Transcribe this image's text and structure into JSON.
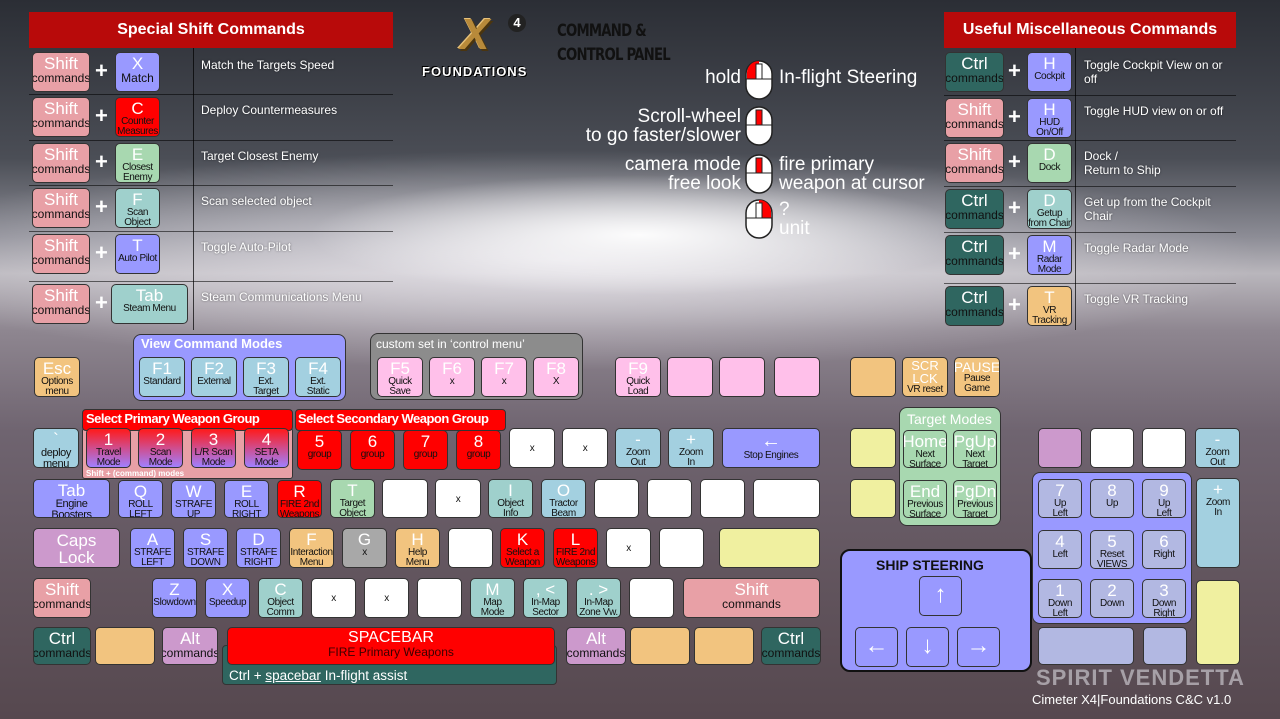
{
  "palette": {
    "pink": "#e8a0a6",
    "blue": "#9999ff",
    "teal": "#9fd0cc",
    "lblue": "#a3d0e0",
    "green": "#a8d8b0",
    "red": "#ff0000",
    "orange": "#f2c47f",
    "fpink": "#ffc0ea",
    "white": "#ffffff",
    "gray": "#a8a8a8",
    "yellow": "#f0f0a0",
    "dteal": "#2f6660",
    "mauve": "#cc99cc",
    "steel": "#b2b8e2",
    "grad": "linear-gradient(180deg,#ff1a1a,#a080ff)"
  },
  "logo": {
    "brand": "X",
    "superscript": "4",
    "subtitle": "FOUNDATIONS"
  },
  "title": {
    "line1": "COMMAND &",
    "line2": "CONTROL PANEL"
  },
  "shift_panel": {
    "title": "Special Shift Commands",
    "rows": [
      {
        "mod": "Shift",
        "mod_sub": "commands",
        "mod_color": "pink",
        "key": "X",
        "key_sub": "Match",
        "key_color": "blue",
        "desc": "Match the Targets Speed"
      },
      {
        "mod": "Shift",
        "mod_sub": "commands",
        "mod_color": "pink",
        "key": "C",
        "key_sub": "Counter Measures",
        "key_color": "red",
        "desc": "Deploy Countermeasures"
      },
      {
        "mod": "Shift",
        "mod_sub": "commands",
        "mod_color": "pink",
        "key": "E",
        "key_sub": "Closest Enemy",
        "key_color": "green",
        "desc": "Target Closest Enemy"
      },
      {
        "mod": "Shift",
        "mod_sub": "commands",
        "mod_color": "pink",
        "key": "F",
        "key_sub": "Scan Object",
        "key_color": "teal",
        "desc": "Scan selected object"
      },
      {
        "mod": "Shift",
        "mod_sub": "commands",
        "mod_color": "pink",
        "key": "T",
        "key_sub": "Auto Pilot",
        "key_color": "blue",
        "desc": "Toggle Auto-Pilot"
      },
      {
        "mod": "Shift",
        "mod_sub": "commands",
        "mod_color": "pink",
        "key": "Tab",
        "key_sub": "Steam Menu",
        "key_color": "teal",
        "desc": "Steam Communications Menu"
      }
    ]
  },
  "misc_panel": {
    "title": "Useful Miscellaneous Commands",
    "rows": [
      {
        "mod": "Ctrl",
        "mod_sub": "commands",
        "mod_color": "dteal",
        "key": "H",
        "key_sub": "Cockpit",
        "key_color": "blue",
        "desc": "Toggle Cockpit View on or off"
      },
      {
        "mod": "Shift",
        "mod_sub": "commands",
        "mod_color": "pink",
        "key": "H",
        "key_sub": "HUD On/Off",
        "key_color": "blue",
        "desc": "Toggle HUD view on or off"
      },
      {
        "mod": "Shift",
        "mod_sub": "commands",
        "mod_color": "pink",
        "key": "D",
        "key_sub": "Dock",
        "key_color": "green",
        "desc": "Dock /\nReturn to Ship"
      },
      {
        "mod": "Ctrl",
        "mod_sub": "commands",
        "mod_color": "dteal",
        "key": "D",
        "key_sub": "Getup from Chair",
        "key_color": "teal",
        "desc": "Get up from the Cockpit Chair"
      },
      {
        "mod": "Ctrl",
        "mod_sub": "commands",
        "mod_color": "dteal",
        "key": "M",
        "key_sub": "Radar Mode",
        "key_color": "blue",
        "desc": "Toggle Radar Mode"
      },
      {
        "mod": "Ctrl",
        "mod_sub": "commands",
        "mod_color": "dteal",
        "key": "T",
        "key_sub": "VR Tracking",
        "key_color": "orange",
        "desc": "Toggle VR Tracking"
      }
    ]
  },
  "plus_sign": "+",
  "mouse": [
    {
      "left": "hold",
      "right": "In-flight Steering",
      "button": "left"
    },
    {
      "left": "Scroll-wheel\nto go faster/slower",
      "right": "",
      "button": "wheel"
    },
    {
      "left": "camera mode\nfree look",
      "right": "fire primary\nweapon at cursor",
      "button": "wheel"
    },
    {
      "left": "",
      "right": "?\nunit",
      "button": "right"
    }
  ],
  "groups": {
    "view_modes": "View Command Modes",
    "custom": "custom set in ‘control menu’",
    "primary": "Select Primary Weapon Group",
    "secondary": "Select Secondary Weapon Group",
    "shift_modes": "Shift + (command) modes",
    "target_modes": "Target Modes",
    "steering": "SHIP STEERING",
    "ctrl_space_pre": "Ctrl + ",
    "ctrl_space_key": "spacebar",
    "ctrl_space_post": " In-flight assist"
  },
  "keyboard": {
    "keys": [
      {
        "id": "esc",
        "cap": "Esc",
        "label": "Options\nmenu",
        "color": "orange"
      },
      {
        "id": "f1",
        "cap": "F1",
        "label": "Standard",
        "color": "lblue"
      },
      {
        "id": "f2",
        "cap": "F2",
        "label": "External",
        "color": "lblue"
      },
      {
        "id": "f3",
        "cap": "F3",
        "label": "Ext.\nTarget",
        "color": "lblue"
      },
      {
        "id": "f4",
        "cap": "F4",
        "label": "Ext.\nStatic",
        "color": "lblue"
      },
      {
        "id": "f5",
        "cap": "F5",
        "label": "Quick\nSave",
        "color": "fpink"
      },
      {
        "id": "f6",
        "cap": "F6",
        "label": "x",
        "color": "fpink"
      },
      {
        "id": "f7",
        "cap": "F7",
        "label": "x",
        "color": "fpink"
      },
      {
        "id": "f8",
        "cap": "F8",
        "label": "X",
        "color": "fpink"
      },
      {
        "id": "f9",
        "cap": "F9",
        "label": "Quick\nLoad",
        "color": "fpink"
      },
      {
        "id": "f10",
        "cap": "",
        "label": "",
        "color": "fpink"
      },
      {
        "id": "f11",
        "cap": "",
        "label": "",
        "color": "fpink"
      },
      {
        "id": "f12",
        "cap": "",
        "label": "",
        "color": "fpink"
      },
      {
        "id": "prtsc",
        "cap": "",
        "label": "",
        "color": "orange"
      },
      {
        "id": "scrlk",
        "cap": "SCR\nLCK",
        "label": "VR reset",
        "color": "orange"
      },
      {
        "id": "pause",
        "cap": "PAUSE",
        "label": "Pause\nGame",
        "color": "orange"
      },
      {
        "id": "backtick",
        "cap": "`",
        "label": "deploy\nmenu",
        "color": "lblue"
      },
      {
        "id": "1",
        "cap": "1",
        "label": "Travel\nMode",
        "color": "grad"
      },
      {
        "id": "2",
        "cap": "2",
        "label": "Scan\nMode",
        "color": "grad"
      },
      {
        "id": "3",
        "cap": "3",
        "label": "L/R Scan\nMode",
        "color": "grad"
      },
      {
        "id": "4",
        "cap": "4",
        "label": "SETA\nMode",
        "color": "grad"
      },
      {
        "id": "5",
        "cap": "5",
        "label": "group",
        "color": "red"
      },
      {
        "id": "6",
        "cap": "6",
        "label": "group",
        "color": "red"
      },
      {
        "id": "7",
        "cap": "7",
        "label": "group",
        "color": "red"
      },
      {
        "id": "8",
        "cap": "8",
        "label": "group",
        "color": "red"
      },
      {
        "id": "9",
        "cap": "",
        "label": "x",
        "color": "white"
      },
      {
        "id": "0",
        "cap": "",
        "label": "x",
        "color": "white"
      },
      {
        "id": "minus",
        "cap": "-",
        "label": "Zoom\nOut",
        "color": "lblue"
      },
      {
        "id": "equal",
        "cap": "+",
        "label": "Zoom\nIn",
        "color": "lblue"
      },
      {
        "id": "backspace",
        "cap": "←",
        "label": "Stop Engines",
        "color": "blue"
      },
      {
        "id": "tab",
        "cap": "Tab",
        "label": "Engine\nBoosters",
        "color": "blue"
      },
      {
        "id": "q",
        "cap": "Q",
        "label": "ROLL\nLEFT",
        "color": "blue"
      },
      {
        "id": "w",
        "cap": "W",
        "label": "STRAFE\nUP",
        "color": "blue"
      },
      {
        "id": "e",
        "cap": "E",
        "label": "ROLL\nRIGHT",
        "color": "blue"
      },
      {
        "id": "r",
        "cap": "R",
        "label": "FIRE 2nd\nWeapons",
        "color": "red"
      },
      {
        "id": "t",
        "cap": "T",
        "label": "Target\nObject",
        "color": "green"
      },
      {
        "id": "y",
        "cap": "",
        "label": "",
        "color": "white"
      },
      {
        "id": "u",
        "cap": "",
        "label": "x",
        "color": "white"
      },
      {
        "id": "i",
        "cap": "I",
        "label": "Object\nInfo",
        "color": "teal"
      },
      {
        "id": "o",
        "cap": "O",
        "label": "Tractor\nBeam",
        "color": "lblue"
      },
      {
        "id": "p",
        "cap": "",
        "label": "",
        "color": "white"
      },
      {
        "id": "lbracket",
        "cap": "",
        "label": "",
        "color": "white"
      },
      {
        "id": "rbracket",
        "cap": "",
        "label": "",
        "color": "white"
      },
      {
        "id": "backslash",
        "cap": "",
        "label": "",
        "color": "white"
      },
      {
        "id": "caps",
        "cap": "Caps\nLock",
        "label": "",
        "color": "mauve"
      },
      {
        "id": "a",
        "cap": "A",
        "label": "STRAFE\nLEFT",
        "color": "blue"
      },
      {
        "id": "s",
        "cap": "S",
        "label": "STRAFE\nDOWN",
        "color": "blue"
      },
      {
        "id": "d",
        "cap": "D",
        "label": "STRAFE\nRIGHT",
        "color": "blue"
      },
      {
        "id": "f",
        "cap": "F",
        "label": "Interaction\nMenu",
        "color": "orange"
      },
      {
        "id": "g",
        "cap": "G",
        "label": "x",
        "color": "gray"
      },
      {
        "id": "h",
        "cap": "H",
        "label": "Help\nMenu",
        "color": "orange"
      },
      {
        "id": "j",
        "cap": "",
        "label": "",
        "color": "white"
      },
      {
        "id": "k",
        "cap": "K",
        "label": "Select a\nWeapon",
        "color": "red"
      },
      {
        "id": "l",
        "cap": "L",
        "label": "FIRE 2nd\nWeapons",
        "color": "red"
      },
      {
        "id": "semicolon",
        "cap": "",
        "label": "x",
        "color": "white"
      },
      {
        "id": "quote",
        "cap": "",
        "label": "",
        "color": "white"
      },
      {
        "id": "enter",
        "cap": "",
        "label": "",
        "color": "yellow"
      },
      {
        "id": "lshift",
        "cap": "Shift",
        "label": "commands",
        "color": "pink"
      },
      {
        "id": "z",
        "cap": "Z",
        "label": "Slowdown",
        "color": "blue"
      },
      {
        "id": "x",
        "cap": "X",
        "label": "Speedup",
        "color": "blue"
      },
      {
        "id": "c",
        "cap": "C",
        "label": "Object\nComm",
        "color": "teal"
      },
      {
        "id": "v",
        "cap": "",
        "label": "x",
        "color": "white"
      },
      {
        "id": "b",
        "cap": "",
        "label": "x",
        "color": "white"
      },
      {
        "id": "n",
        "cap": "",
        "label": "",
        "color": "white"
      },
      {
        "id": "m",
        "cap": "M",
        "label": "Map\nMode",
        "color": "teal"
      },
      {
        "id": "comma",
        "cap": ", <",
        "label": "In-Map\nSector Vw.",
        "color": "teal"
      },
      {
        "id": "period",
        "cap": ". >",
        "label": "In-Map\nZone Vw.",
        "color": "teal"
      },
      {
        "id": "slash",
        "cap": "",
        "label": "",
        "color": "white"
      },
      {
        "id": "rshift",
        "cap": "Shift",
        "label": "commands",
        "color": "pink"
      },
      {
        "id": "lctrl",
        "cap": "Ctrl",
        "label": "commands",
        "color": "dteal"
      },
      {
        "id": "lwin",
        "cap": "",
        "label": "",
        "color": "orange"
      },
      {
        "id": "lalt",
        "cap": "Alt",
        "label": "commands",
        "color": "mauve"
      },
      {
        "id": "space",
        "cap": "SPACEBAR",
        "label": "FIRE Primary Weapons",
        "color": "red"
      },
      {
        "id": "ralt",
        "cap": "Alt",
        "label": "commands",
        "color": "mauve"
      },
      {
        "id": "rwin",
        "cap": "",
        "label": "",
        "color": "orange"
      },
      {
        "id": "menu",
        "cap": "",
        "label": "",
        "color": "orange"
      },
      {
        "id": "rctrl",
        "cap": "Ctrl",
        "label": "commands",
        "color": "dteal"
      },
      {
        "id": "insert",
        "cap": "",
        "label": "",
        "color": "yellow"
      },
      {
        "id": "home",
        "cap": "Home",
        "label": "Next\nSurface",
        "color": "green"
      },
      {
        "id": "pgup",
        "cap": "PgUp",
        "label": "Next\nTarget",
        "color": "green"
      },
      {
        "id": "delete",
        "cap": "",
        "label": "",
        "color": "yellow"
      },
      {
        "id": "end",
        "cap": "End",
        "label": "Previous\nSurface",
        "color": "green"
      },
      {
        "id": "pgdn",
        "cap": "PgDn",
        "label": "Previous\nTarget",
        "color": "green"
      },
      {
        "id": "numlock",
        "cap": "",
        "label": "",
        "color": "mauve"
      },
      {
        "id": "numdiv",
        "cap": "",
        "label": "",
        "color": "white"
      },
      {
        "id": "nummul",
        "cap": "",
        "label": "",
        "color": "white"
      },
      {
        "id": "numminus",
        "cap": "-",
        "label": "Zoom\nOut",
        "color": "lblue"
      },
      {
        "id": "num7",
        "cap": "7",
        "label": "Up\nLeft",
        "color": "steel"
      },
      {
        "id": "num8",
        "cap": "8",
        "label": "Up",
        "color": "steel"
      },
      {
        "id": "num9",
        "cap": "9",
        "label": "Up\nLeft",
        "color": "steel"
      },
      {
        "id": "num4",
        "cap": "4",
        "label": "Left",
        "color": "steel"
      },
      {
        "id": "num5",
        "cap": "5",
        "label": "Reset\nVIEWS",
        "color": "steel"
      },
      {
        "id": "num6",
        "cap": "6",
        "label": "Right",
        "color": "steel"
      },
      {
        "id": "num1",
        "cap": "1",
        "label": "Down\nLeft",
        "color": "steel"
      },
      {
        "id": "num2",
        "cap": "2",
        "label": "Down",
        "color": "steel"
      },
      {
        "id": "num3",
        "cap": "3",
        "label": "Down\nRight",
        "color": "steel"
      },
      {
        "id": "numplus",
        "cap": "+",
        "label": "Zoom\nIn",
        "color": "lblue"
      },
      {
        "id": "numenter",
        "cap": "",
        "label": "",
        "color": "yellow"
      },
      {
        "id": "num0",
        "cap": "",
        "label": "",
        "color": "steel"
      },
      {
        "id": "numdot",
        "cap": "",
        "label": "",
        "color": "steel"
      },
      {
        "id": "up",
        "cap": "↑",
        "label": "",
        "color": "blue"
      },
      {
        "id": "left",
        "cap": "←",
        "label": "",
        "color": "blue"
      },
      {
        "id": "down",
        "cap": "↓",
        "label": "",
        "color": "blue"
      },
      {
        "id": "right",
        "cap": "→",
        "label": "",
        "color": "blue"
      }
    ]
  },
  "watermark": "SPIRIT VENDETTA",
  "footer": "Cimeter X4|Foundations C&C v1.0"
}
